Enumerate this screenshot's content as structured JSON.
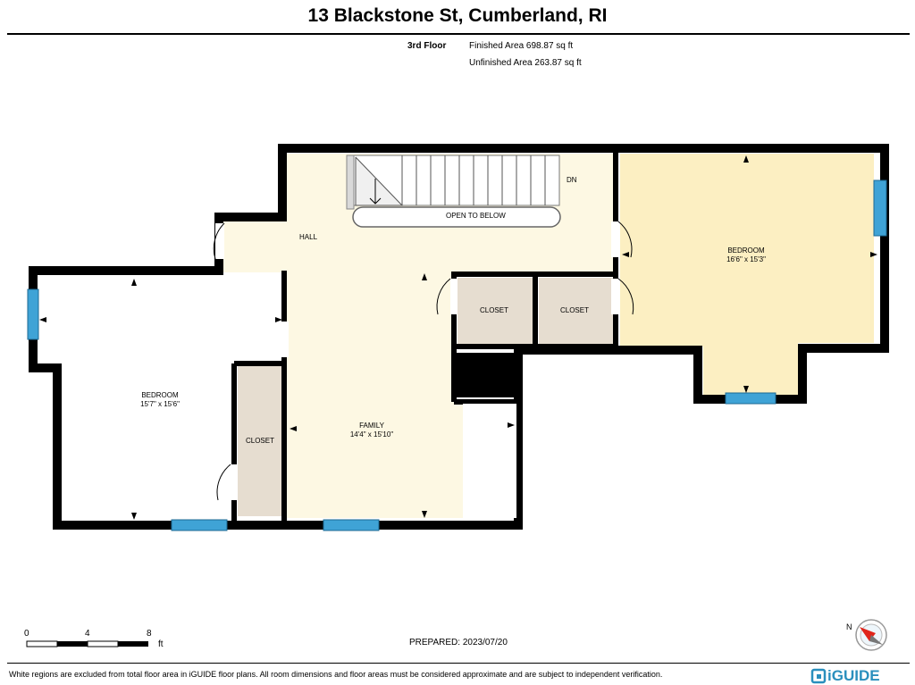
{
  "header": {
    "title": "13 Blackstone St, Cumberland, RI",
    "floor": "3rd Floor",
    "finished_area": "Finished Area 698.87 sq ft",
    "unfinished_area": "Unfinished Area 263.87 sq ft"
  },
  "rooms": {
    "hall": "HALL",
    "open_to_below": "OPEN TO BELOW",
    "stairs_dn": "DN",
    "bedroom_right": {
      "name": "BEDROOM",
      "dims": "16'6\" x 15'3\""
    },
    "bedroom_left": {
      "name": "BEDROOM",
      "dims": "15'7\" x 15'6\""
    },
    "family": {
      "name": "FAMILY",
      "dims": "14'4\" x 15'10\""
    },
    "closet_1": "CLOSET",
    "closet_2": "CLOSET",
    "closet_3": "CLOSET"
  },
  "scale": {
    "ticks": [
      "0",
      "4",
      "8"
    ],
    "unit": "ft"
  },
  "footer": {
    "prepared": "PREPARED: 2023/07/20",
    "disclaimer": "White regions are excluded from total floor area in iGUIDE floor plans. All room dimensions and floor areas must be considered approximate and are subject to independent verification.",
    "brand": "iGUIDE"
  },
  "colors": {
    "wall": "#000000",
    "hall_fill": "#fdf8e3",
    "bedroom_right_fill": "#fcefc2",
    "closet_fill": "#e6ddd0",
    "window": "#3fa3d6",
    "compass_needle": "#e0251b"
  }
}
